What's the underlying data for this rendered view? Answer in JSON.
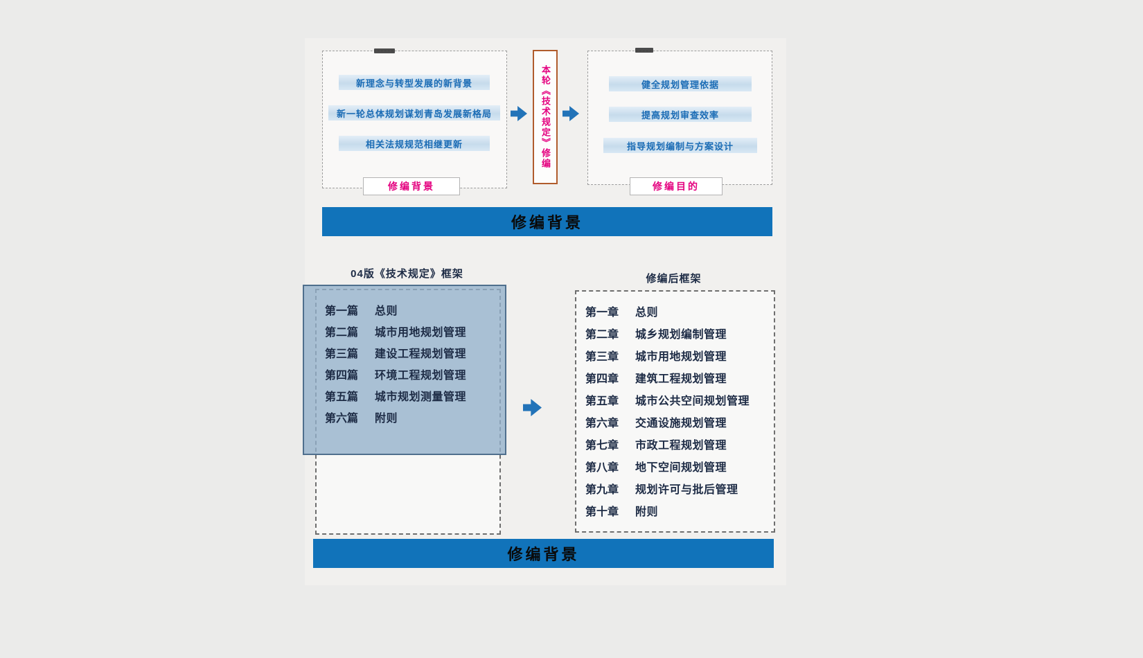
{
  "top": {
    "left_box": {
      "items": [
        "新理念与转型发展的新背景",
        "新一轮总体规划谋划青岛发展新格局",
        "相关法规规范相继更新"
      ],
      "label": "修编背景"
    },
    "center_vertical_text": "本轮《技术规定》修编",
    "right_box": {
      "items": [
        "健全规划管理依据",
        "提高规划审查效率",
        "指导规划编制与方案设计"
      ],
      "label": "修编目的"
    },
    "banner": "修编背景"
  },
  "bottom": {
    "left_title": "04版《技术规定》框架",
    "left_items": [
      {
        "num": "第一篇",
        "text": "总则"
      },
      {
        "num": "第二篇",
        "text": "城市用地规划管理"
      },
      {
        "num": "第三篇",
        "text": "建设工程规划管理"
      },
      {
        "num": "第四篇",
        "text": "环境工程规划管理"
      },
      {
        "num": "第五篇",
        "text": "城市规划测量管理"
      },
      {
        "num": "第六篇",
        "text": "附则"
      }
    ],
    "right_title": "修编后框架",
    "right_items": [
      {
        "num": "第一章",
        "text": "总则"
      },
      {
        "num": "第二章",
        "text": "城乡规划编制管理"
      },
      {
        "num": "第三章",
        "text": "城市用地规划管理"
      },
      {
        "num": "第四章",
        "text": "建筑工程规划管理"
      },
      {
        "num": "第五章",
        "text": "城市公共空间规划管理"
      },
      {
        "num": "第六章",
        "text": "交通设施规划管理"
      },
      {
        "num": "第七章",
        "text": "市政工程规划管理"
      },
      {
        "num": "第八章",
        "text": "地下空间规划管理"
      },
      {
        "num": "第九章",
        "text": "规划许可与批后管理"
      },
      {
        "num": "第十章",
        "text": "附则"
      }
    ],
    "banner": "修编背景"
  },
  "colors": {
    "accent_pink": "#e4007f",
    "bar_text_blue": "#1b6cb5",
    "banner_blue": "#1173ba",
    "arrow_blue": "#2273b8",
    "highlight_blue_gray": "#92b0ca",
    "center_box_border": "#b05c2c"
  }
}
